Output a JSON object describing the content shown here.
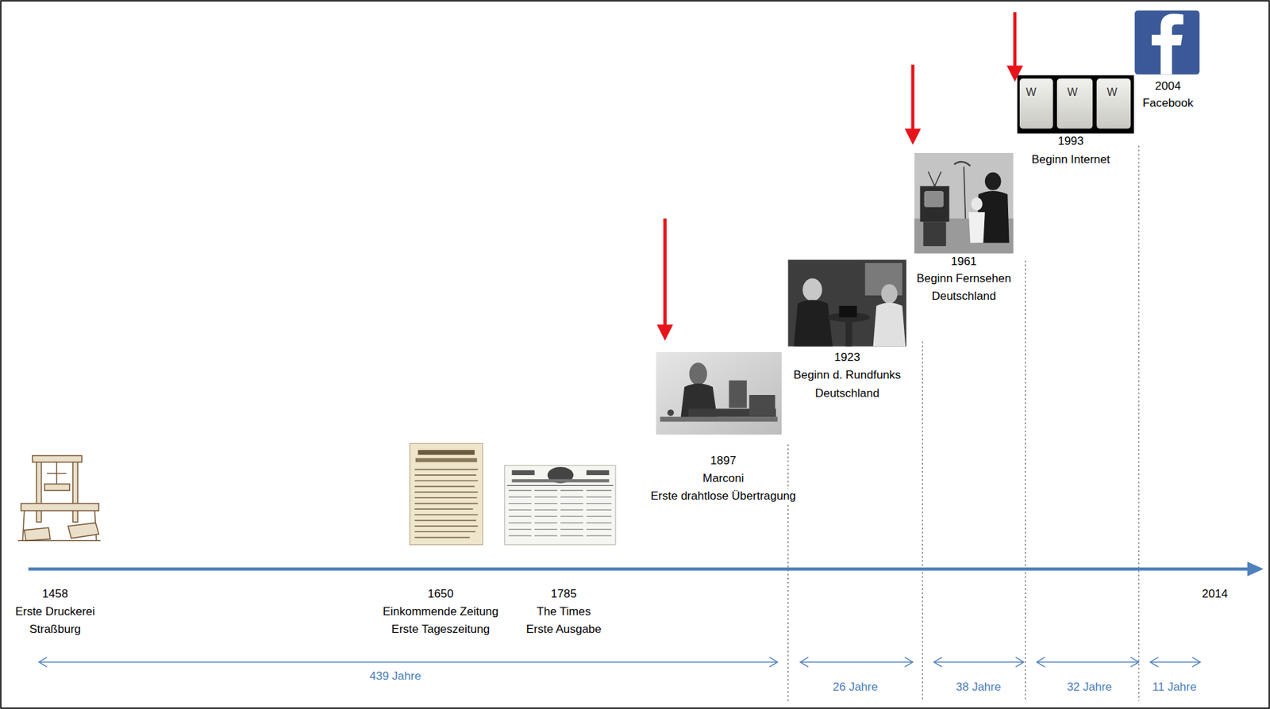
{
  "diagram": {
    "labels": [
      "1458",
      "Erste Druckerei",
      "Straßburg",
      "1650",
      "Einkommende Zeitung",
      "Erste Tageszeitung",
      "1785",
      "The Times",
      "Erste Ausgabe",
      "1897",
      "Marconi",
      "Erste drahtlose Übertragung",
      "1923",
      "Beginn d. Rundfunks",
      "Deutschland",
      "1961",
      "Beginn Fernsehen",
      "Deutschland",
      "1993",
      "Beginn Internet",
      "2004",
      "Facebook",
      "2014",
      "439 Jahre",
      "26 Jahre",
      "38 Jahre",
      "32 Jahre",
      "11 Jahre",
      "W",
      "W",
      "W"
    ]
  }
}
